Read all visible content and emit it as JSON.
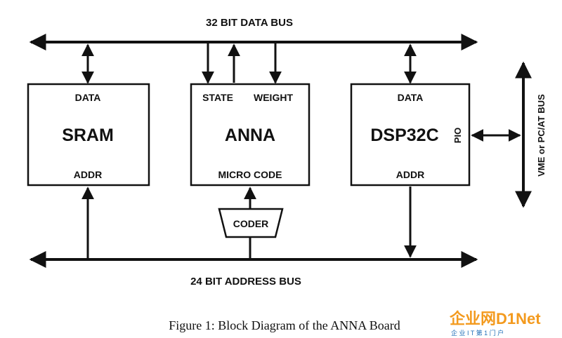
{
  "diagram": {
    "data_bus_label": "32 BIT DATA BUS",
    "address_bus_label": "24 BIT ADDRESS BUS",
    "side_bus_label": "VME or PC/AT BUS",
    "blocks": {
      "sram": {
        "title": "SRAM",
        "top_label": "DATA",
        "bottom_label": "ADDR"
      },
      "anna": {
        "title": "ANNA",
        "top_left_label": "STATE",
        "top_right_label": "WEIGHT",
        "bottom_label": "MICRO CODE"
      },
      "dsp": {
        "title": "DSP32C",
        "top_label": "DATA",
        "bottom_label": "ADDR",
        "side_label": "PIO"
      }
    },
    "coder_label": "CODER",
    "caption": "Figure 1: Block Diagram of the ANNA Board"
  },
  "watermark": {
    "text_main": "企业网D1Net",
    "text_sub": "企 业 I T 第 1 门 户"
  },
  "colors": {
    "ink": "#111111",
    "watermark_orange": "#f39a1e",
    "watermark_blue": "#1f6fb8"
  }
}
